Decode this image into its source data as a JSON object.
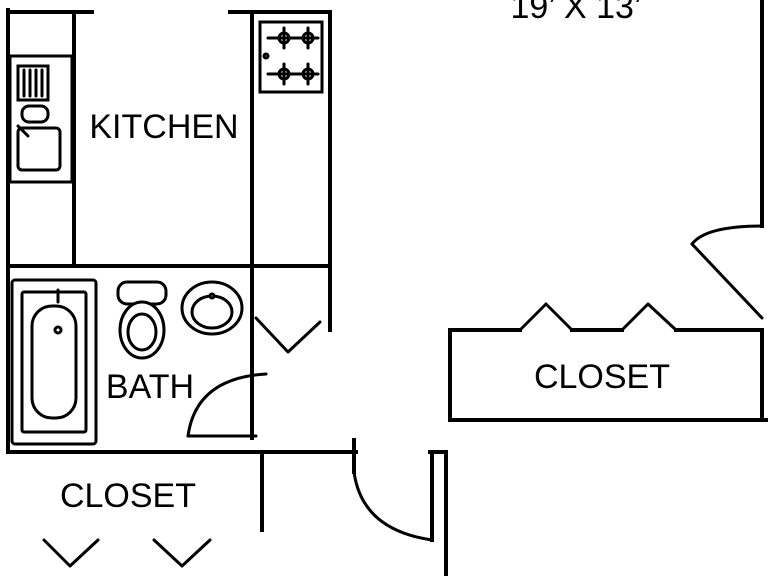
{
  "floor_plan": {
    "rooms": {
      "main_room_dimensions": "19’ X 13’",
      "kitchen": "KITCHEN",
      "bath": "BATH",
      "closet_right": "CLOSET",
      "closet_bottom": "CLOSET"
    },
    "fixtures": [
      "kitchen-sink",
      "stove",
      "bathtub",
      "toilet",
      "bathroom-sink"
    ],
    "colors": {
      "line": "#000000",
      "background": "#ffffff"
    }
  }
}
